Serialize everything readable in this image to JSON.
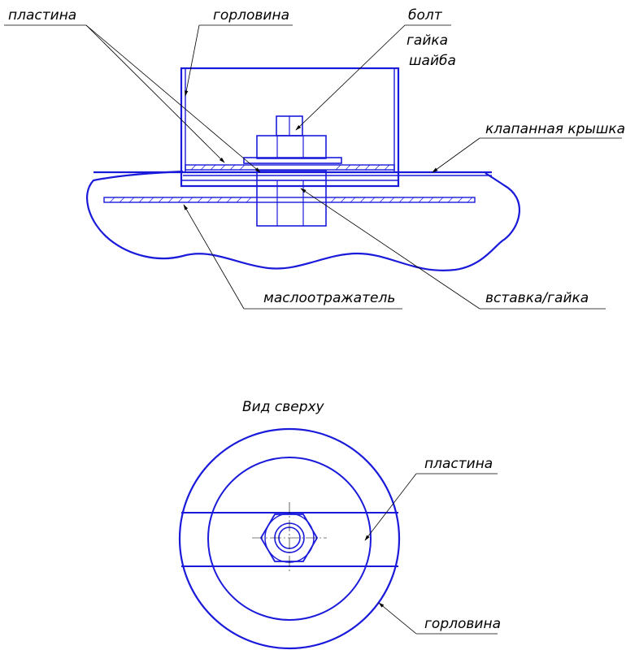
{
  "colors": {
    "outline": "#1a1adb",
    "leader": "#000000",
    "background": "#ffffff"
  },
  "section_view": {
    "labels": {
      "plate": "пластина",
      "neck": "горловина",
      "bolt": "болт",
      "nut": "гайка",
      "washer": "шайба",
      "valve_cover": "клапанная крышка",
      "oil_deflector": "маслоотражатель",
      "insert_nut": "вставка/гайка"
    }
  },
  "top_view": {
    "title": "Вид сверху",
    "labels": {
      "plate": "пластина",
      "neck": "горловина"
    }
  }
}
